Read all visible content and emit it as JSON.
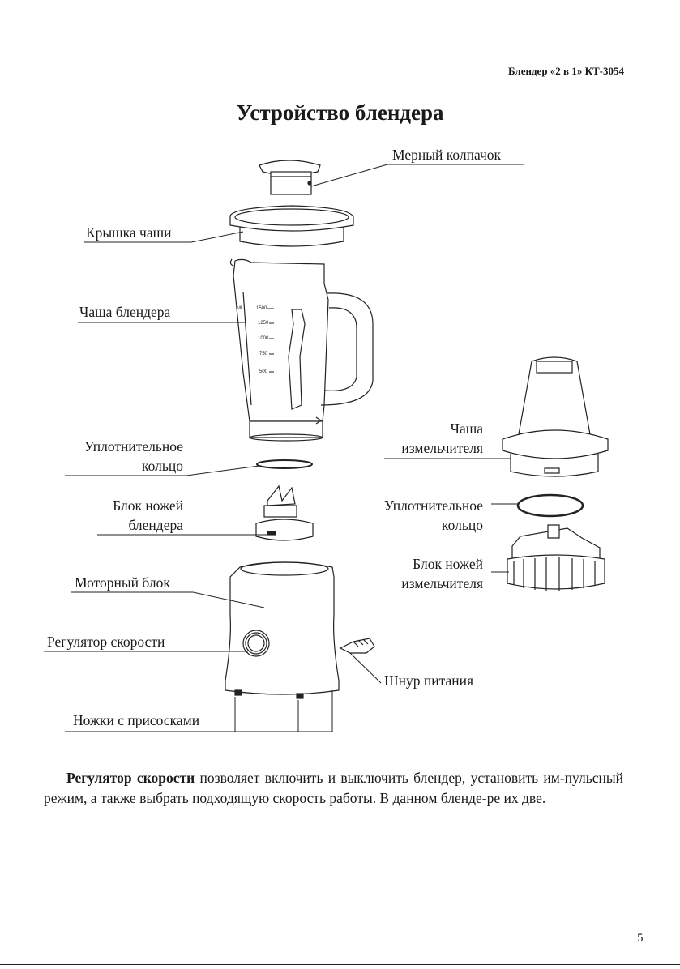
{
  "header": {
    "running_title": "Блендер «2 в 1» КТ-3054"
  },
  "title": "Устройство блендера",
  "labels": {
    "measuring_cap": "Мерный колпачок",
    "jug_lid": "Крышка чаши",
    "blender_jug": "Чаша блендера",
    "seal_ring_line1": "Уплотнительное",
    "seal_ring_line2": "кольцо",
    "blade_unit_line1": "Блок ножей",
    "blade_unit_line2": "блендера",
    "motor_unit": "Моторный блок",
    "speed_regulator": "Регулятор скорости",
    "suction_feet": "Ножки с присосками",
    "chopper_bowl_line1": "Чаша",
    "chopper_bowl_line2": "измельчителя",
    "chopper_seal_line1": "Уплотнительное",
    "chopper_seal_line2": "кольцо",
    "chopper_blades_line1": "Блок ножей",
    "chopper_blades_line2": "измельчителя",
    "power_cord": "Шнур питания"
  },
  "jug_scale": {
    "unit": "ML",
    "marks": [
      "1500",
      "1250",
      "1000",
      "750",
      "500"
    ]
  },
  "paragraph": {
    "bold_lead": "Регулятор скорости",
    "text": " позволяет включить и выключить блендер, установить им-пульсный режим, а также выбрать подходящую скорость работы. В данном бленде-ре их две."
  },
  "page_number": "5"
}
